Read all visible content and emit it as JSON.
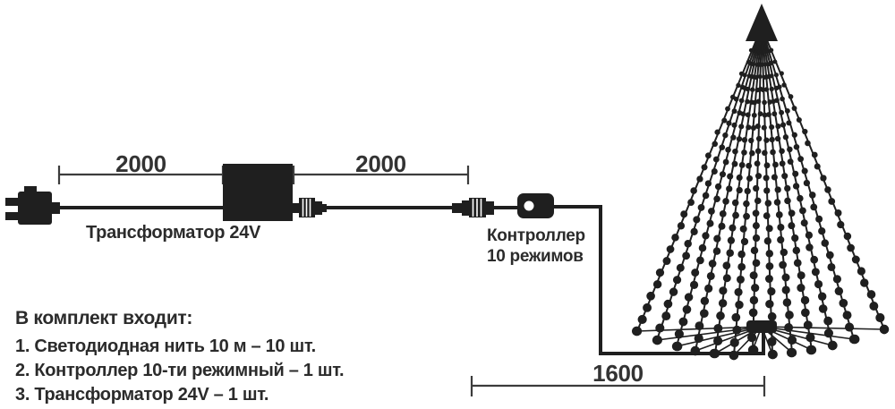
{
  "colors": {
    "ink": "#1f1f1f",
    "text": "#2b2b2b",
    "dim_line": "#3c3c3c",
    "background": "#ffffff"
  },
  "dimensions": {
    "segment1": "2000",
    "segment2": "2000",
    "base": "1600"
  },
  "labels": {
    "transformer": "Трансформатор 24V",
    "controller": [
      "Контроллер",
      "10 режимов"
    ]
  },
  "kit": {
    "heading": "В комплект входит:",
    "items": [
      "1. Светодиодная нить 10 м – 10 шт.",
      "2. Контроллер 10-ти режимный – 1 шт.",
      "3. Трансформатор 24V – 1 шт."
    ]
  },
  "icons": {
    "plug": "power-plug-icon",
    "transformer": "transformer-box-icon",
    "connector1": "screw-connector-icon",
    "connector2": "screw-connector-icon",
    "controller": "controller-box-icon",
    "tree": "tree-light-strings-icon"
  }
}
